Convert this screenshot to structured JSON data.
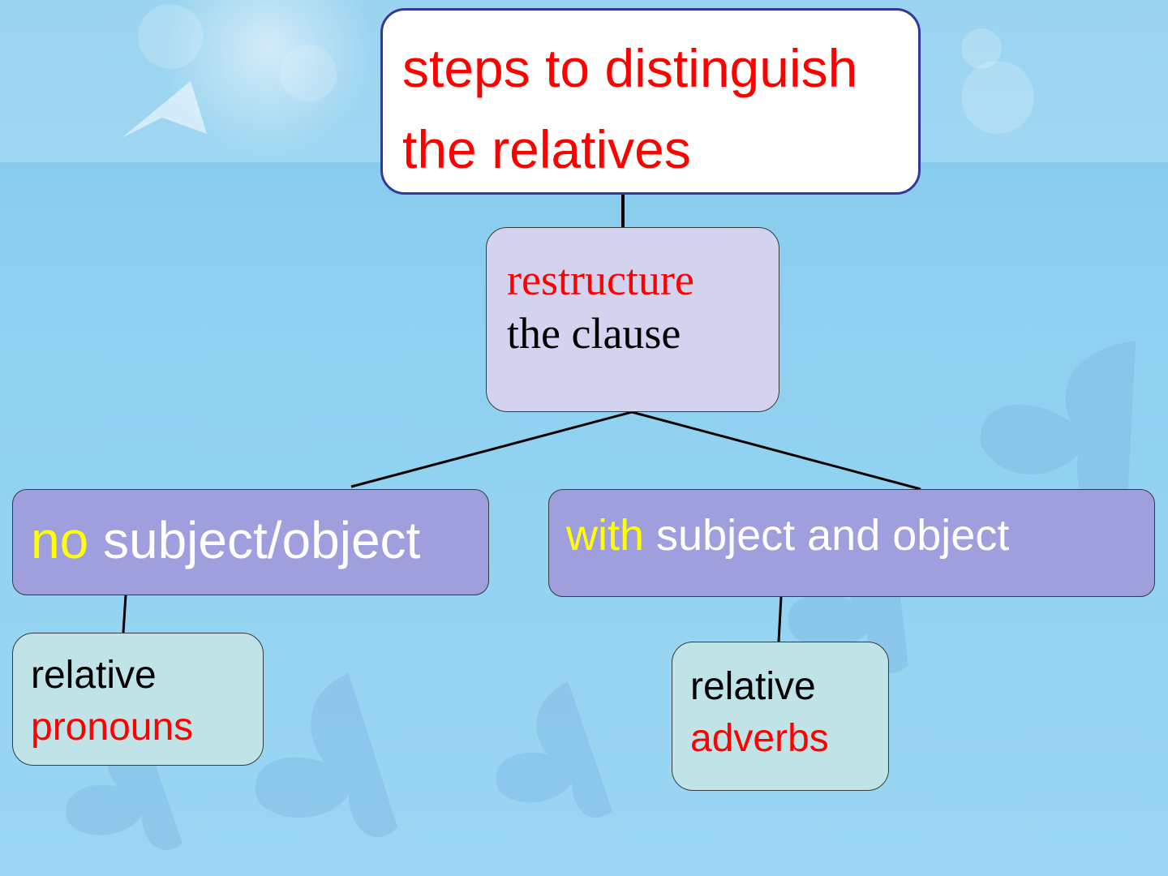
{
  "title": {
    "line1": "steps to distinguish",
    "line2": "the relatives"
  },
  "root": {
    "line1": "restructure",
    "line2": "the clause"
  },
  "branches": {
    "left": {
      "prefix": "no",
      "rest": " subject/object"
    },
    "right": {
      "prefix": "with",
      "rest": " subject and object"
    }
  },
  "leaves": {
    "left": {
      "line1": "relative",
      "line2": "pronouns"
    },
    "right": {
      "line1": "relative",
      "line2": "adverbs"
    }
  },
  "colors": {
    "title_text": "#ff0000",
    "title_border": "#34389a",
    "root_fill": "#d3d3f0",
    "branch_fill": "#9f9fde",
    "leaf_fill": "#bfe3e6",
    "highlight": "#ffff00",
    "accent_red": "#ff0000"
  }
}
